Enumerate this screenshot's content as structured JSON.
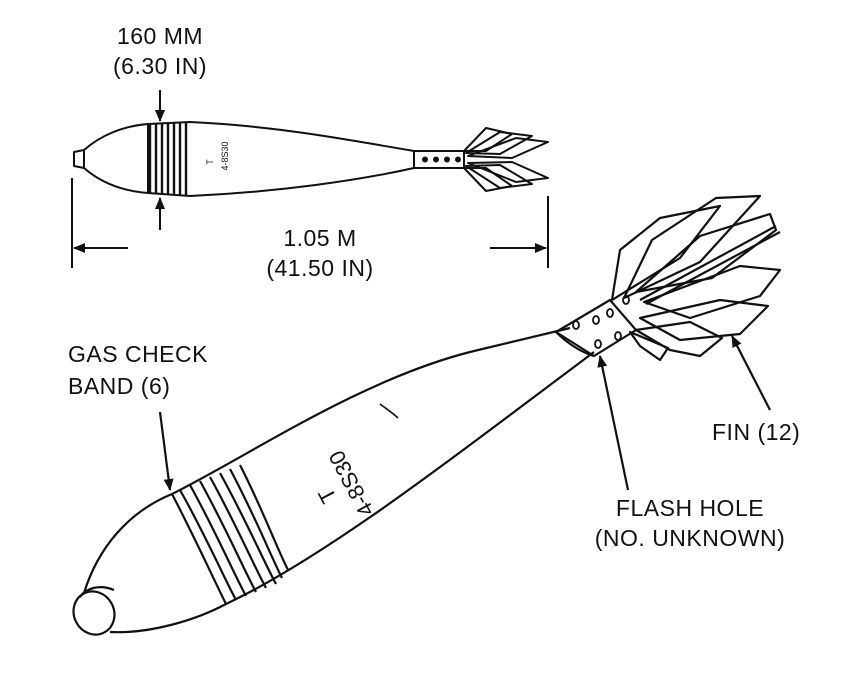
{
  "labels": {
    "diameter_mm": "160 MM",
    "diameter_in": "(6.30 IN)",
    "length_m": "1.05 M",
    "length_in": "(41.50 IN)",
    "gas_check_line1": "GAS CHECK",
    "gas_check_line2": "BAND (6)",
    "fin": "FIN (12)",
    "flash_hole_line1": "FLASH HOLE",
    "flash_hole_line2": "(NO. UNKNOWN)"
  },
  "markings": {
    "body_code": "4-8S30",
    "body_letter": "T"
  },
  "colors": {
    "ink": "#111111",
    "paper": "#ffffff"
  }
}
